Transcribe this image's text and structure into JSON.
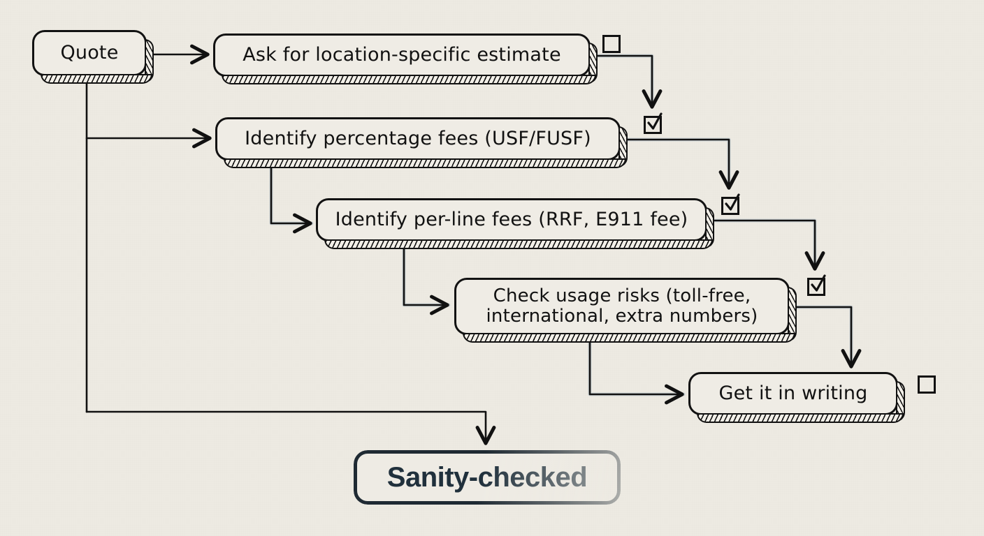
{
  "diagram": {
    "title": "Quote sanity-check flow",
    "style": "hand-drawn sketch on paper",
    "background_color": "#edeae2",
    "ink_color": "#111111",
    "accent_color": "#20303c"
  },
  "nodes": {
    "quote": {
      "label": "Quote",
      "kind": "start"
    },
    "ask": {
      "label": "Ask for location-specific estimate",
      "kind": "step"
    },
    "percentage": {
      "label": "Identify percentage fees (USF/FUSF)",
      "kind": "step"
    },
    "perline": {
      "label": "Identify per-line fees (RRF, E911 fee)",
      "kind": "step"
    },
    "usage": {
      "label": "Check usage risks (toll-free,\ninternational, extra numbers)",
      "kind": "step"
    },
    "writing": {
      "label": "Get it in writing",
      "kind": "step"
    },
    "sanity": {
      "label": "Sanity-checked",
      "kind": "terminal"
    }
  },
  "checkboxes": [
    {
      "id": "cb-ask",
      "for": "ask",
      "checked": false,
      "state_label": "unchecked"
    },
    {
      "id": "cb-pct",
      "for": "percentage",
      "checked": true,
      "state_label": "checked"
    },
    {
      "id": "cb-perline",
      "for": "perline",
      "checked": true,
      "state_label": "checked"
    },
    {
      "id": "cb-usage",
      "for": "usage",
      "checked": true,
      "state_label": "checked"
    },
    {
      "id": "cb-writing",
      "for": "writing",
      "checked": false,
      "state_label": "unchecked"
    }
  ],
  "edges": [
    {
      "from": "quote",
      "to": "ask"
    },
    {
      "from": "quote",
      "to": "percentage"
    },
    {
      "from": "quote",
      "to": "sanity"
    },
    {
      "from": "percentage",
      "to": "perline"
    },
    {
      "from": "perline",
      "to": "usage"
    },
    {
      "from": "usage",
      "to": "writing"
    },
    {
      "from": "ask",
      "to": "cb-pct"
    },
    {
      "from": "percentage",
      "to": "cb-perline"
    },
    {
      "from": "perline",
      "to": "cb-usage"
    },
    {
      "from": "usage",
      "to": "writing-top"
    }
  ]
}
